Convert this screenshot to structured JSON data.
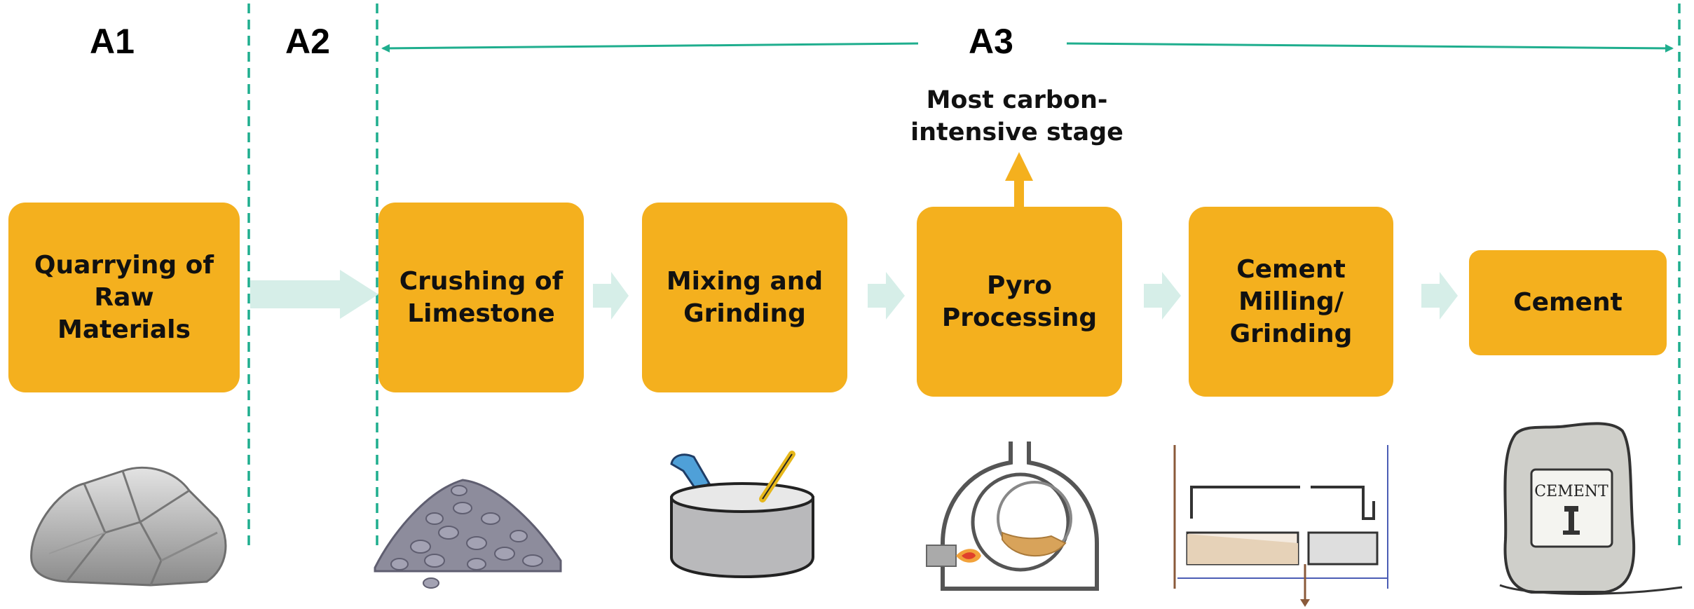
{
  "phases": [
    {
      "label": "A1"
    },
    {
      "label": "A2"
    },
    {
      "label": "A3"
    }
  ],
  "stages": [
    {
      "label": "Quarrying of\nRaw\nMaterials",
      "icon": "rock-icon"
    },
    {
      "label": "Crushing of\nLimestone",
      "icon": "crushed-stone-pile-icon"
    },
    {
      "label": "Mixing and\nGrinding",
      "icon": "mixing-pot-icon"
    },
    {
      "label": "Pyro\nProcessing",
      "icon": "kiln-icon"
    },
    {
      "label": "Cement\nMilling/\nGrinding",
      "icon": "cement-mill-icon"
    },
    {
      "label": "Cement",
      "icon": "cement-bag-icon"
    }
  ],
  "annotation": {
    "text": "Most carbon-\nintensive stage"
  },
  "bag_label": "CEMENT",
  "colors": {
    "stage_box": "#F4B01E",
    "flow_arrow": "#D6EEE8",
    "divider": "#1FAE8E",
    "highlight_arrow": "#F4B01E"
  }
}
